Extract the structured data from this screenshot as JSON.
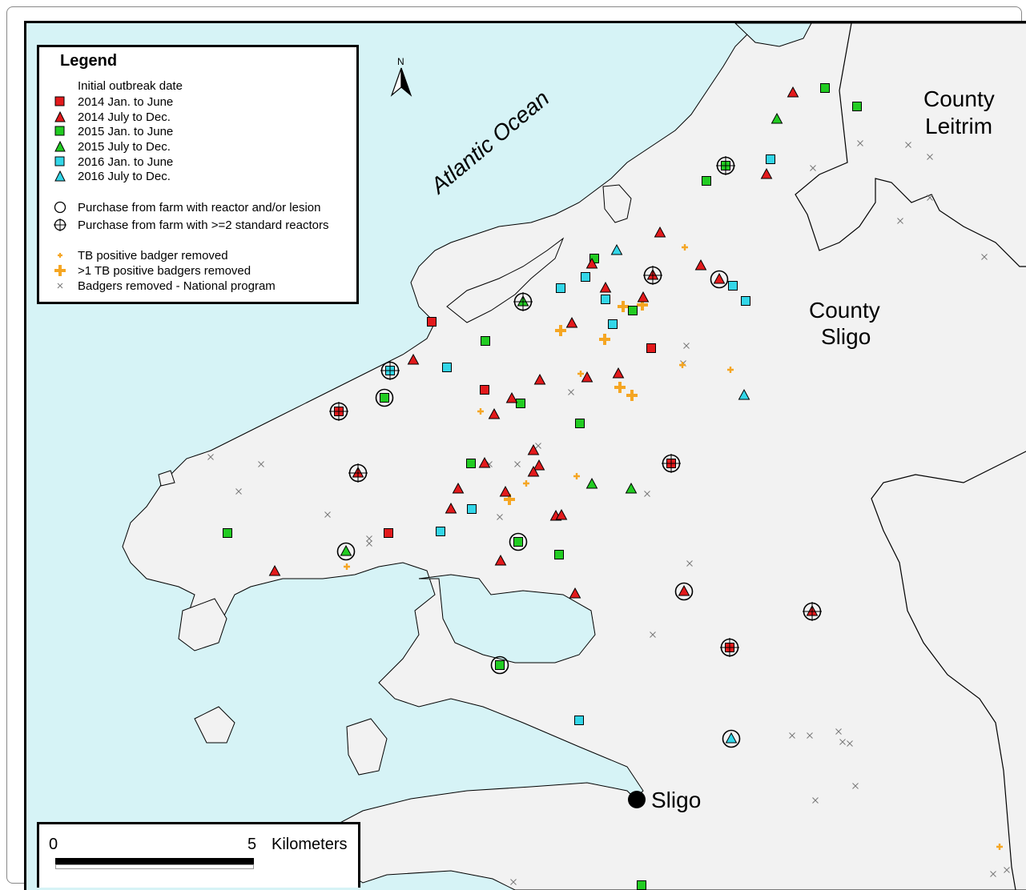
{
  "legend": {
    "title": "Legend",
    "subtitle": "Initial outbreak date",
    "date_items": [
      {
        "label": "2014 Jan. to June",
        "shape": "square",
        "color": "#e31a1c"
      },
      {
        "label": "2014 July to Dec.",
        "shape": "triangle",
        "color": "#e31a1c"
      },
      {
        "label": "2015 Jan. to June",
        "shape": "square",
        "color": "#22cc22"
      },
      {
        "label": "2015 July to Dec.",
        "shape": "triangle",
        "color": "#22cc22"
      },
      {
        "label": "2016 Jan. to June",
        "shape": "square",
        "color": "#33d6e8"
      },
      {
        "label": "2016 July to Dec.",
        "shape": "triangle",
        "color": "#33d6e8"
      }
    ],
    "purchase_items": [
      {
        "label": "Purchase from farm with reactor and/or lesion",
        "symbol": "circle"
      },
      {
        "label": "Purchase from farm with >=2 standard reactors",
        "symbol": "crosshair-circle"
      }
    ],
    "badger_items": [
      {
        "label": "TB positive badger removed",
        "symbol": "small-plus"
      },
      {
        "label": ">1 TB positive badgers removed",
        "symbol": "large-plus"
      },
      {
        "label": "Badgers removed - National program",
        "symbol": "x-mark"
      }
    ]
  },
  "places": {
    "ocean": "Atlantic Ocean",
    "county_leitrim_1": "County",
    "county_leitrim_2": "Leitrim",
    "county_sligo_1": "County",
    "county_sligo_2": "Sligo",
    "town": "Sligo"
  },
  "north_arrow": "N",
  "scale": {
    "start": "0",
    "end": "5",
    "unit": "Kilometers"
  },
  "colors": {
    "sea": "#d6f3f6",
    "land": "#f2f2f2",
    "red": "#e31a1c",
    "green": "#22cc22",
    "cyan": "#33d6e8",
    "orange": "#f5a623"
  }
}
